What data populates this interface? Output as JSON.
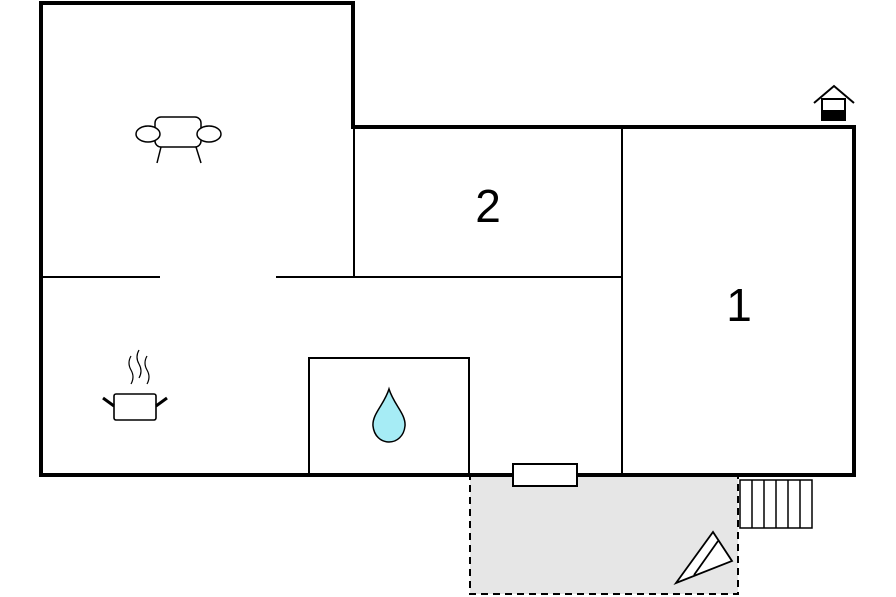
{
  "floorplan": {
    "rooms": [
      {
        "id": "bedroom-1",
        "label": "1"
      },
      {
        "id": "bedroom-2",
        "label": "2"
      },
      {
        "id": "living-room",
        "label": "",
        "icon": "sofa-icon"
      },
      {
        "id": "kitchen",
        "label": "",
        "icon": "cooking-pot-icon"
      },
      {
        "id": "bathroom",
        "label": "",
        "icon": "water-drop-icon"
      }
    ],
    "outdoor": {
      "terrace_icon": "sun-lounger-icon",
      "steps_icon": "stairs-icon"
    },
    "entrance_icon": "house-entrance-icon",
    "colors": {
      "wall": "#000000",
      "terrace_fill": "#e6e6e6",
      "water_drop": "#a6ecf5",
      "background": "#ffffff"
    }
  }
}
